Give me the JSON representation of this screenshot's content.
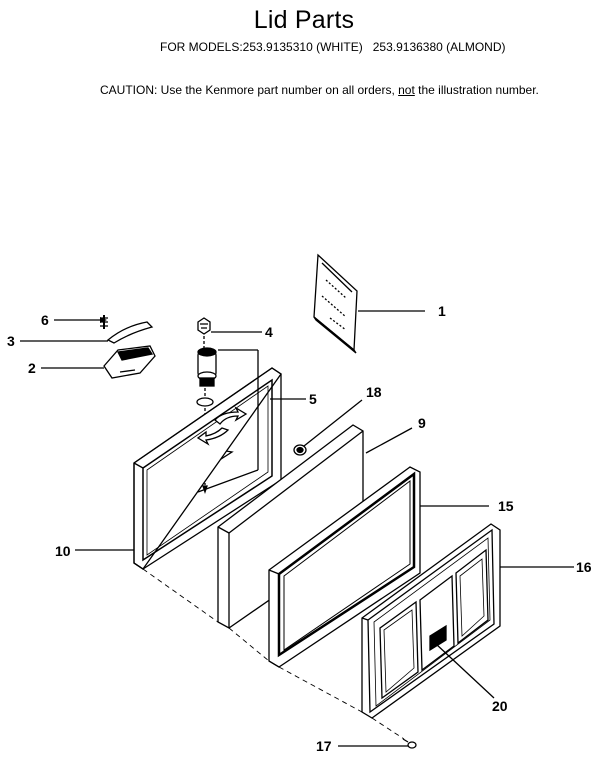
{
  "header": {
    "title": "Lid Parts",
    "models": "FOR MODELS:253.9135310 (WHITE)   253.9136380 (ALMOND)",
    "caution_prefix": "CAUTION:  Use the Kenmore part number on all orders, ",
    "caution_not": "not",
    "caution_suffix": " the illustration number."
  },
  "callouts": {
    "c1": "1",
    "c2": "2",
    "c3": "3",
    "c4": "4",
    "c5": "5",
    "c6": "6",
    "c9": "9",
    "c10": "10",
    "c15": "15",
    "c16": "16",
    "c17": "17",
    "c18": "18",
    "c20": "20"
  }
}
